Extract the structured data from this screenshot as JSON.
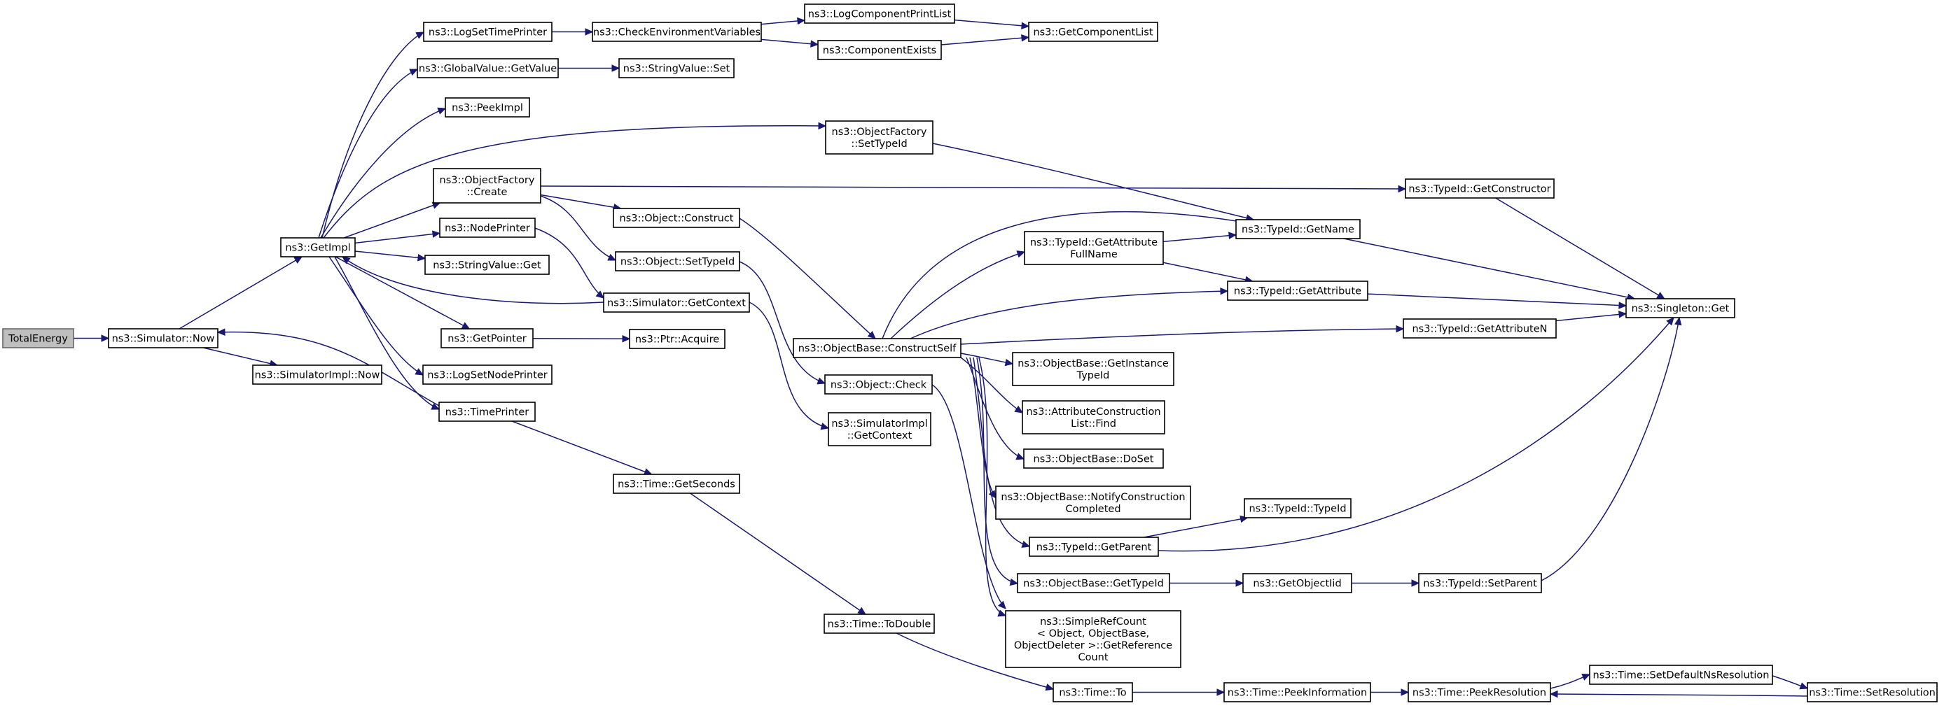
{
  "graph": {
    "edge_color": "#191970",
    "node_border_color": "#000000",
    "root_fill_color": "#bfbfbf",
    "nodes": [
      {
        "id": "total",
        "lines": [
          "TotalEnergy"
        ],
        "root": true
      },
      {
        "id": "simnow",
        "lines": [
          "ns3::Simulator::Now"
        ]
      },
      {
        "id": "getimpl",
        "lines": [
          "ns3::GetImpl"
        ]
      },
      {
        "id": "simimplnow",
        "lines": [
          "ns3::SimulatorImpl::Now"
        ]
      },
      {
        "id": "logsettime",
        "lines": [
          "ns3::LogSetTimePrinter"
        ]
      },
      {
        "id": "globalval",
        "lines": [
          "ns3::GlobalValue::GetValue"
        ]
      },
      {
        "id": "peekimpl",
        "lines": [
          "ns3::PeekImpl"
        ]
      },
      {
        "id": "ofcreate",
        "lines": [
          "ns3::ObjectFactory",
          "::Create"
        ]
      },
      {
        "id": "nodeprinter",
        "lines": [
          "ns3::NodePrinter"
        ]
      },
      {
        "id": "strget",
        "lines": [
          "ns3::StringValue::Get"
        ]
      },
      {
        "id": "simgetctx",
        "lines": [
          "ns3::Simulator::GetContext"
        ]
      },
      {
        "id": "getpointer",
        "lines": [
          "ns3::GetPointer"
        ]
      },
      {
        "id": "logsetnode",
        "lines": [
          "ns3::LogSetNodePrinter"
        ]
      },
      {
        "id": "timeprinter",
        "lines": [
          "ns3::TimePrinter"
        ]
      },
      {
        "id": "checkenv",
        "lines": [
          "ns3::CheckEnvironmentVariables"
        ]
      },
      {
        "id": "strset",
        "lines": [
          "ns3::StringValue::Set"
        ]
      },
      {
        "id": "logcomplist",
        "lines": [
          "ns3::LogComponentPrintList"
        ]
      },
      {
        "id": "compexists",
        "lines": [
          "ns3::ComponentExists"
        ]
      },
      {
        "id": "getcomplist",
        "lines": [
          "ns3::GetComponentList"
        ]
      },
      {
        "id": "ofsettype",
        "lines": [
          "ns3::ObjectFactory",
          "::SetTypeId"
        ]
      },
      {
        "id": "objconstruct",
        "lines": [
          "ns3::Object::Construct"
        ]
      },
      {
        "id": "objsettype",
        "lines": [
          "ns3::Object::SetTypeId"
        ]
      },
      {
        "id": "ptracquire",
        "lines": [
          "ns3::Ptr::Acquire"
        ]
      },
      {
        "id": "timegetsec",
        "lines": [
          "ns3::Time::GetSeconds"
        ]
      },
      {
        "id": "constructself",
        "lines": [
          "ns3::ObjectBase::ConstructSelf"
        ]
      },
      {
        "id": "objcheck",
        "lines": [
          "ns3::Object::Check"
        ]
      },
      {
        "id": "simimplctx",
        "lines": [
          "ns3::SimulatorImpl",
          "::GetContext"
        ]
      },
      {
        "id": "timetodouble",
        "lines": [
          "ns3::Time::ToDouble"
        ]
      },
      {
        "id": "timeto",
        "lines": [
          "ns3::Time::To"
        ]
      },
      {
        "id": "tidgetattrfull",
        "lines": [
          "ns3::TypeId::GetAttribute",
          "FullName"
        ]
      },
      {
        "id": "tidgetname",
        "lines": [
          "ns3::TypeId::GetName"
        ]
      },
      {
        "id": "tidgetattr",
        "lines": [
          "ns3::TypeId::GetAttribute"
        ]
      },
      {
        "id": "obgetinst",
        "lines": [
          "ns3::ObjectBase::GetInstance",
          "TypeId"
        ]
      },
      {
        "id": "attrfind",
        "lines": [
          "ns3::AttributeConstruction",
          "List::Find"
        ]
      },
      {
        "id": "obdoset",
        "lines": [
          "ns3::ObjectBase::DoSet"
        ]
      },
      {
        "id": "obnotify",
        "lines": [
          "ns3::ObjectBase::NotifyConstruction",
          "Completed"
        ]
      },
      {
        "id": "tidgetparent",
        "lines": [
          "ns3::TypeId::GetParent"
        ]
      },
      {
        "id": "obgettype",
        "lines": [
          "ns3::ObjectBase::GetTypeId"
        ]
      },
      {
        "id": "refcount",
        "lines": [
          "ns3::SimpleRefCount",
          "< Object, ObjectBase,",
          "ObjectDeleter >::GetReference",
          "Count"
        ]
      },
      {
        "id": "tidtypeid",
        "lines": [
          "ns3::TypeId::TypeId"
        ]
      },
      {
        "id": "getobjectiid",
        "lines": [
          "ns3::GetObjectIid"
        ]
      },
      {
        "id": "tidsetparent",
        "lines": [
          "ns3::TypeId::SetParent"
        ]
      },
      {
        "id": "tidgetctor",
        "lines": [
          "ns3::TypeId::GetConstructor"
        ]
      },
      {
        "id": "tidgetattrn",
        "lines": [
          "ns3::TypeId::GetAttributeN"
        ]
      },
      {
        "id": "singleton",
        "lines": [
          "ns3::Singleton::Get"
        ]
      },
      {
        "id": "peekinfo",
        "lines": [
          "ns3::Time::PeekInformation"
        ]
      },
      {
        "id": "peekres",
        "lines": [
          "ns3::Time::PeekResolution"
        ]
      },
      {
        "id": "setdefns",
        "lines": [
          "ns3::Time::SetDefaultNsResolution"
        ]
      },
      {
        "id": "setres",
        "lines": [
          "ns3::Time::SetResolution"
        ]
      }
    ],
    "edges": [
      [
        "total",
        "simnow"
      ],
      [
        "simnow",
        "getimpl"
      ],
      [
        "simnow",
        "simimplnow"
      ],
      [
        "getimpl",
        "logsettime"
      ],
      [
        "getimpl",
        "globalval"
      ],
      [
        "getimpl",
        "peekimpl"
      ],
      [
        "getimpl",
        "ofsettype"
      ],
      [
        "getimpl",
        "ofcreate"
      ],
      [
        "getimpl",
        "nodeprinter"
      ],
      [
        "getimpl",
        "strget"
      ],
      [
        "getimpl",
        "getpointer"
      ],
      [
        "getimpl",
        "logsetnode"
      ],
      [
        "getimpl",
        "timeprinter"
      ],
      [
        "simgetctx",
        "getimpl"
      ],
      [
        "timeprinter",
        "simnow"
      ],
      [
        "logsettime",
        "checkenv"
      ],
      [
        "checkenv",
        "logcomplist"
      ],
      [
        "checkenv",
        "compexists"
      ],
      [
        "logcomplist",
        "getcomplist"
      ],
      [
        "compexists",
        "getcomplist"
      ],
      [
        "globalval",
        "strset"
      ],
      [
        "ofcreate",
        "tidgetctor"
      ],
      [
        "ofcreate",
        "objconstruct"
      ],
      [
        "ofcreate",
        "objsettype"
      ],
      [
        "nodeprinter",
        "simgetctx"
      ],
      [
        "getpointer",
        "ptracquire"
      ],
      [
        "timeprinter",
        "timegetsec"
      ],
      [
        "ofsettype",
        "tidgetname"
      ],
      [
        "objconstruct",
        "constructself"
      ],
      [
        "objsettype",
        "objcheck"
      ],
      [
        "simgetctx",
        "simimplctx"
      ],
      [
        "timegetsec",
        "timetodouble"
      ],
      [
        "timetodouble",
        "timeto"
      ],
      [
        "constructself",
        "tidgetname"
      ],
      [
        "constructself",
        "tidgetattrfull"
      ],
      [
        "constructself",
        "tidgetattr"
      ],
      [
        "constructself",
        "tidgetattrn"
      ],
      [
        "constructself",
        "obgetinst"
      ],
      [
        "constructself",
        "attrfind"
      ],
      [
        "constructself",
        "obdoset"
      ],
      [
        "constructself",
        "obnotify"
      ],
      [
        "constructself",
        "tidgetparent"
      ],
      [
        "constructself",
        "obgettype"
      ],
      [
        "constructself",
        "refcount"
      ],
      [
        "tidgetattrfull",
        "tidgetname"
      ],
      [
        "tidgetattrfull",
        "tidgetattr"
      ],
      [
        "tidgetname",
        "singleton"
      ],
      [
        "tidgetattr",
        "singleton"
      ],
      [
        "tidgetattrn",
        "singleton"
      ],
      [
        "tidgetctor",
        "singleton"
      ],
      [
        "tidgetparent",
        "tidtypeid"
      ],
      [
        "tidgetparent",
        "singleton"
      ],
      [
        "obgettype",
        "getobjectiid"
      ],
      [
        "getobjectiid",
        "tidsetparent"
      ],
      [
        "tidsetparent",
        "singleton"
      ],
      [
        "timeto",
        "peekinfo"
      ],
      [
        "peekinfo",
        "peekres"
      ],
      [
        "peekres",
        "setdefns"
      ],
      [
        "setdefns",
        "setres"
      ],
      [
        "setres",
        "peekres"
      ],
      [
        "objcheck",
        "refcount"
      ]
    ]
  }
}
